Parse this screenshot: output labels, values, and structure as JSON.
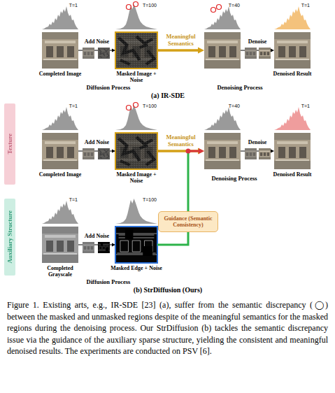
{
  "diagram": {
    "caption": "Figure 1. Existing arts, e.g., IR-SDE [23] (a), suffer from the semantic discrepancy (◯) between the masked and unmasked regions despite of the meaningful semantics for the masked regions during the denoising process. Our StrDiffusion (b) tackles the semantic discrepancy issue via the guidance of the auxiliary sparse structure, yielding the consistent and meaningful denoised results. The experiments are conducted on PSV [6].",
    "nodes": [
      {
        "text": [
          "T=1",
          "Completed Image"
        ]
      },
      {
        "text": [
          "T=100",
          "Masked Image + Noise"
        ]
      },
      {
        "text": [
          "T=40"
        ]
      },
      {
        "text": [
          "T=1",
          "Denoised Result"
        ]
      },
      {
        "text": [
          "Texture"
        ]
      },
      {
        "text": [
          "T=1",
          "Completed Image"
        ]
      },
      {
        "text": [
          "T=100",
          "Masked Image + Noise"
        ]
      },
      {
        "text": [
          "T=40"
        ]
      },
      {
        "text": [
          "T=1",
          "Denoised Result"
        ]
      },
      {
        "text": [
          "Auxiliary Structure"
        ]
      },
      {
        "text": [
          "T=1",
          "Completed Grayscale"
        ]
      },
      {
        "text": [
          "T=100",
          "Masked Edge + Noise"
        ]
      },
      {
        "text": [
          "Guidance (Semantic Consistency)"
        ]
      }
    ],
    "edges": [
      {
        "from": 0,
        "to": 1,
        "label": "Add Noise",
        "arrow": "to"
      },
      {
        "from": 1,
        "to": 2,
        "label": "Meaningful Semantics",
        "arrow": "to"
      },
      {
        "from": 2,
        "to": 3,
        "label": "Denoise",
        "arrow": "to"
      },
      {
        "from": 5,
        "to": 6,
        "label": "Add Noise",
        "arrow": "to"
      },
      {
        "from": 6,
        "to": 7,
        "label": "Meaningful Semantics",
        "arrow": "to"
      },
      {
        "from": 7,
        "to": 8,
        "label": "Denoise",
        "arrow": "to"
      },
      {
        "from": 10,
        "to": 11,
        "label": "Add Noise",
        "arrow": "to"
      },
      {
        "from": 11,
        "to": 12,
        "arrow": "none"
      },
      {
        "from": 12,
        "to": 7,
        "arrow": "to"
      }
    ],
    "labels": [
      "Diffusion Process",
      "Denoising Process",
      "(a) IR-SDE",
      "Denoising Process",
      "Diffusion Process",
      "(b) StrDiffusion (Ours)"
    ]
  }
}
